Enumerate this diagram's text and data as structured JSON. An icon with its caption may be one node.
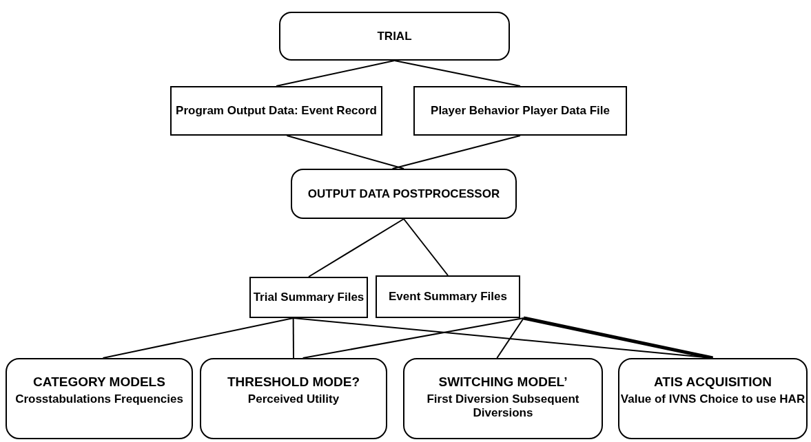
{
  "diagram": {
    "nodes": [
      {
        "text": [
          "TRIAL"
        ]
      },
      {
        "text": [
          "Program Output Data: Event Record"
        ]
      },
      {
        "text": [
          "Player Behavior Player Data File"
        ]
      },
      {
        "text": [
          "OUTPUT DATA POSTPROCESSOR"
        ]
      },
      {
        "text": [
          "Trial Summary Files"
        ]
      },
      {
        "text": [
          "Event Summary Files"
        ]
      },
      {
        "text": [
          "CATEGORY MODELS",
          "Crosstabulations Frequencies"
        ]
      },
      {
        "text": [
          "THRESHOLD MODE?",
          "Perceived Utility"
        ]
      },
      {
        "text": [
          "SWITCHING MODEL’",
          "First Diversion Subsequent Diversions"
        ]
      },
      {
        "text": [
          "ATIS ACQUISITION",
          "Value of IVNS Choice to use HAR"
        ]
      }
    ],
    "edges": [
      {
        "from": 0,
        "to": 1,
        "arrow": "none"
      },
      {
        "from": 0,
        "to": 2,
        "arrow": "none"
      },
      {
        "from": 1,
        "to": 3,
        "arrow": "none"
      },
      {
        "from": 2,
        "to": 3,
        "arrow": "none"
      },
      {
        "from": 3,
        "to": 4,
        "arrow": "none"
      },
      {
        "from": 3,
        "to": 5,
        "arrow": "none"
      },
      {
        "from": 4,
        "to": 6,
        "arrow": "none"
      },
      {
        "from": 4,
        "to": 7,
        "arrow": "none"
      },
      {
        "from": 4,
        "to": 9,
        "arrow": "none"
      },
      {
        "from": 5,
        "to": 7,
        "arrow": "none"
      },
      {
        "from": 5,
        "to": 8,
        "arrow": "none"
      },
      {
        "from": 5,
        "to": 9,
        "arrow": "none",
        "style": "thick"
      }
    ]
  }
}
